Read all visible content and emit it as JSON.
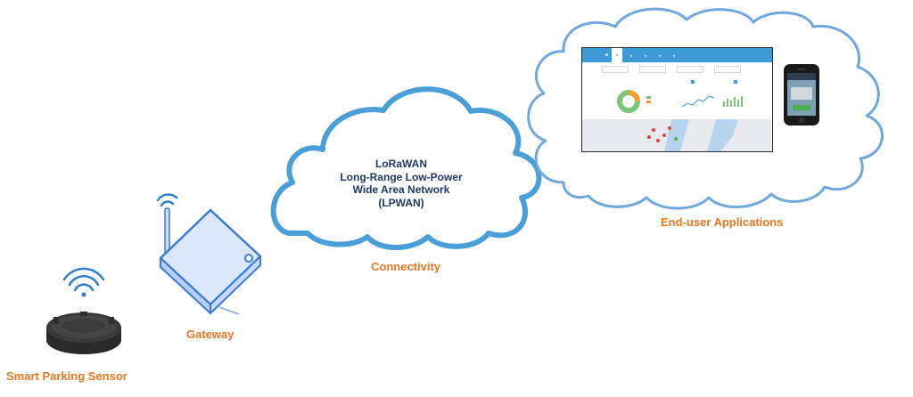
{
  "labels": {
    "sensor": "Smart Parking Sensor",
    "gateway": "Gateway",
    "connectivity": "Connectivity",
    "apps": "End-user Applications"
  },
  "network": {
    "line1": "LoRaWAN",
    "line2": "Long-Range Low-Power",
    "line3": "Wide Area Network",
    "line4": "(LPWAN)"
  },
  "colors": {
    "label_orange": "#e87722",
    "cloud_blue": "#4a9fd8",
    "cloud_blue_light": "#6fa8dc",
    "network_text": "#1f3864",
    "gateway_fill": "#dbe7fb",
    "gateway_stroke": "#3a7bd5",
    "wifi_blue": "#2f7fcf",
    "dashboard_header": "#3e9ad6"
  },
  "icons": {
    "sensor": "parking-sensor-icon",
    "gateway": "gateway-router-icon",
    "antenna_waves": "wireless-signal-icon",
    "dashboard": "web-dashboard-icon",
    "phone": "smartphone-icon"
  }
}
